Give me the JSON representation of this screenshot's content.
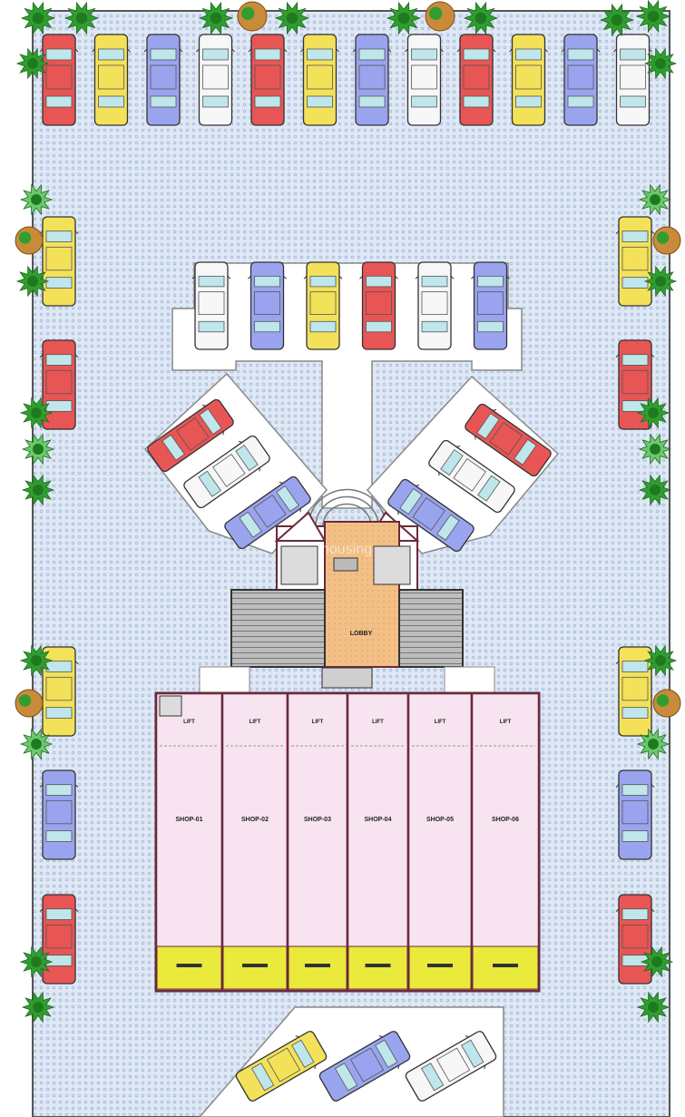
{
  "plan": {
    "colors": {
      "paving": "#dfe8f5",
      "paving_dot": "#9fb2d4",
      "boundary": "#555555",
      "white_pad": "#ffffff",
      "shop": "#f8e3f1",
      "shop_outline": "#6b2a3a",
      "shop_band": "#eaea3c",
      "lobby": "#f2bf86",
      "stair": "#b9b9b9",
      "tree": "#2f9e2f",
      "tree_light": "#6cc86c",
      "shrub": "#c98a3a"
    },
    "car_palette": {
      "red": "#e85555",
      "yellow": "#f3e15a",
      "blue": "#9aa4ee",
      "white": "#f7f7f7"
    },
    "top_row_cars": [
      "red",
      "yellow",
      "blue",
      "white",
      "red",
      "yellow",
      "blue",
      "white",
      "red",
      "yellow",
      "blue",
      "white"
    ],
    "upper_cluster_cars": [
      "white",
      "blue",
      "yellow",
      "red",
      "white",
      "blue"
    ],
    "left_diagonal_cars": [
      "red",
      "white",
      "blue"
    ],
    "right_diagonal_cars": [
      "red",
      "white",
      "blue"
    ],
    "left_side_cars": [
      "yellow",
      "red",
      "yellow",
      "blue",
      "red"
    ],
    "right_side_cars": [
      "yellow",
      "red",
      "yellow",
      "blue",
      "red"
    ],
    "bottom_cars": [
      "yellow",
      "blue",
      "white"
    ],
    "shops": [
      {
        "lift": "LIFT",
        "name": "SHOP-01",
        "band": ""
      },
      {
        "lift": "LIFT",
        "name": "SHOP-02",
        "band": ""
      },
      {
        "lift": "LIFT",
        "name": "SHOP-03",
        "band": ""
      },
      {
        "lift": "LIFT",
        "name": "SHOP-04",
        "band": ""
      },
      {
        "lift": "LIFT",
        "name": "SHOP-05",
        "band": ""
      },
      {
        "lift": "LIFT",
        "name": "SHOP-06",
        "band": ""
      }
    ],
    "lobby_label": "LOBBY",
    "watermark": "housing"
  }
}
